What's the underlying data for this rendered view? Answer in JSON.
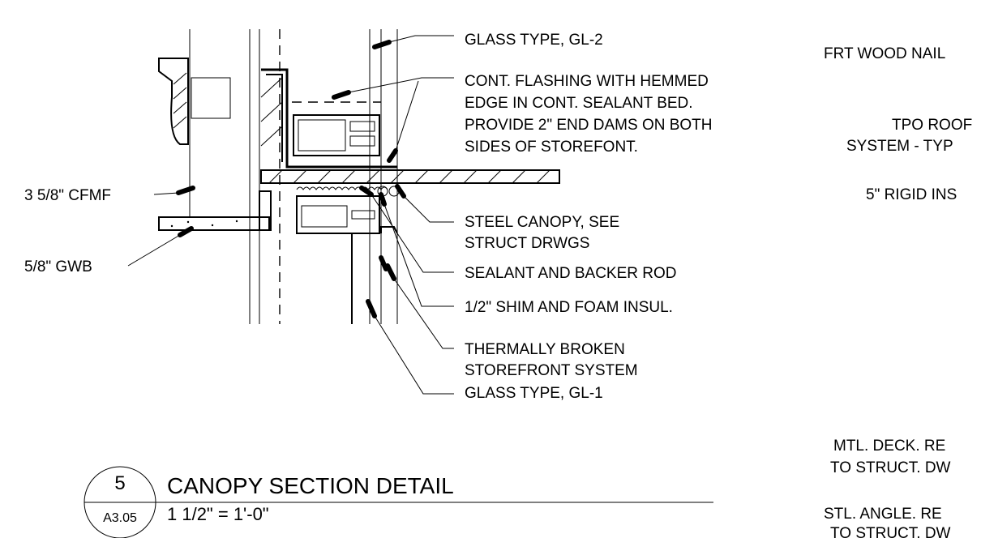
{
  "callouts_right": [
    "GLASS TYPE, GL-2",
    "CONT. FLASHING WITH HEMMED",
    "EDGE IN CONT. SEALANT BED.",
    "PROVIDE 2\" END DAMS ON BOTH",
    "SIDES OF STOREFONT.",
    "STEEL CANOPY, SEE",
    "STRUCT DRWGS",
    "SEALANT AND BACKER ROD",
    "1/2\" SHIM AND FOAM INSUL.",
    "THERMALLY BROKEN",
    "STOREFRONT SYSTEM",
    "GLASS TYPE, GL-1"
  ],
  "callouts_left": [
    "3 5/8\" CFMF",
    "5/8\" GWB"
  ],
  "adjacent_detail_notes": [
    "FRT WOOD NAIL",
    "TPO ROOF",
    "SYSTEM - TYP",
    "5\" RIGID INS",
    "MTL. DECK. RE",
    "TO STRUCT. DW",
    "STL. ANGLE. RE",
    "TO STRUCT. DW"
  ],
  "title_block": {
    "detail_number": "5",
    "sheet_number": "A3.05",
    "title": "CANOPY SECTION DETAIL",
    "scale": "1 1/2\" = 1'-0\""
  }
}
